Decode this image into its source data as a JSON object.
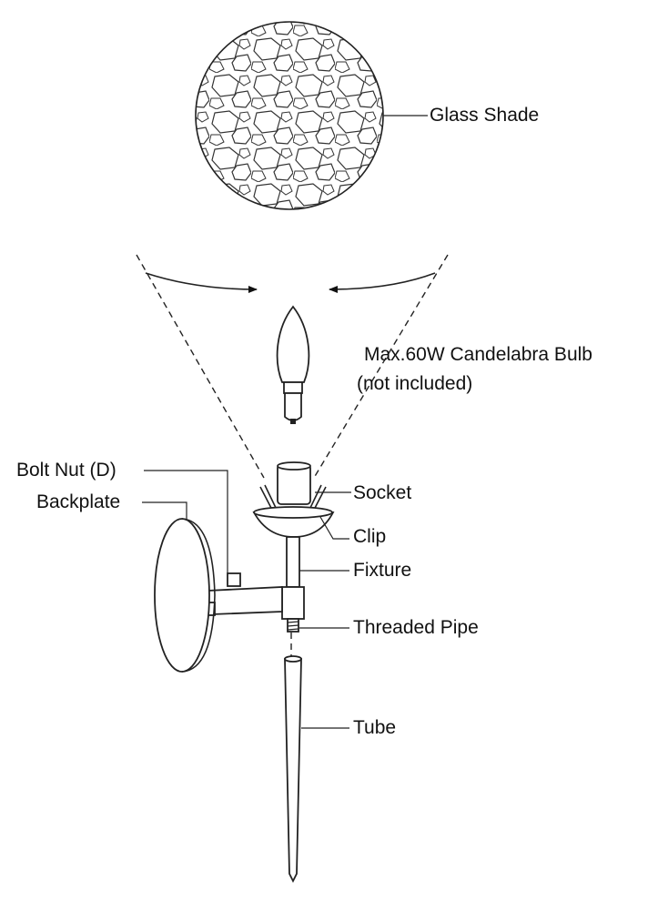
{
  "labels": {
    "glass_shade": "Glass Shade",
    "bulb_line1": "Max.60W Candelabra Bulb",
    "bulb_line2": "(not included)",
    "bolt_nut": "Bolt Nut (D)",
    "backplate": "Backplate",
    "socket": "Socket",
    "clip": "Clip",
    "fixture": "Fixture",
    "threaded_pipe": "Threaded Pipe",
    "tube": "Tube"
  },
  "colors": {
    "ink": "#222222",
    "background": "#ffffff"
  }
}
